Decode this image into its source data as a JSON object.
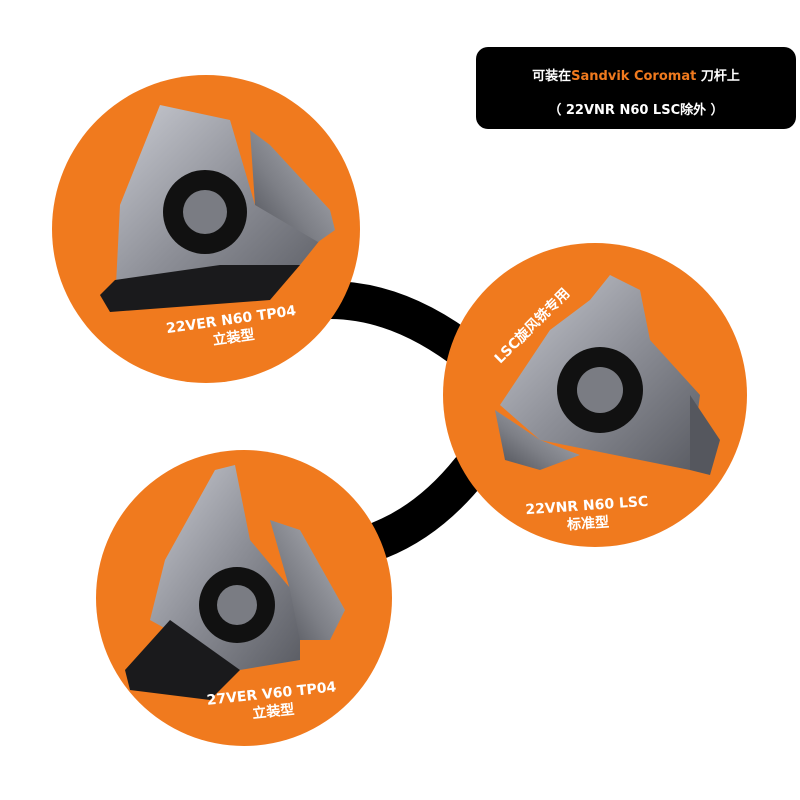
{
  "info_box": {
    "prefix": "可装在",
    "brand": "Sandvik Coromat",
    "suffix": " 刀杆上",
    "note": "（ 22VNR N60 LSC除外 ）"
  },
  "inserts": [
    {
      "model": "22VER N60 TP04",
      "type": "立装型"
    },
    {
      "model": "22VNR N60 LSC",
      "type": "标准型",
      "badge": "LSC旋风铣专用"
    },
    {
      "model": "27VER V60 TP04",
      "type": "立装型"
    }
  ],
  "colors": {
    "orange": "#f07a1e",
    "black": "#000000",
    "insert_silver": "#9a9ca4"
  }
}
